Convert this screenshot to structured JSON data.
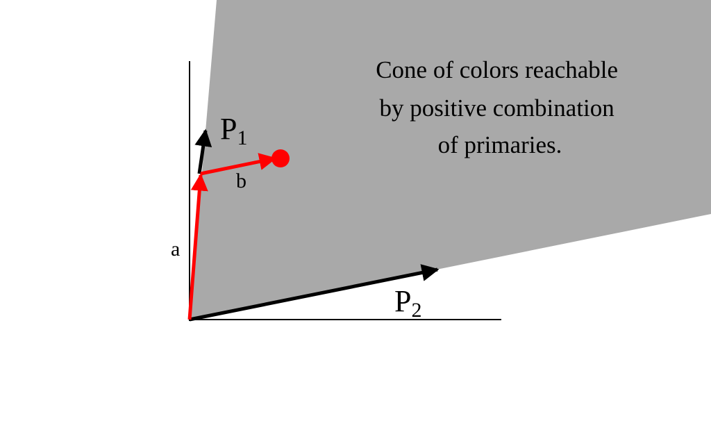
{
  "colors": {
    "cone_fill": "#a9a9a9",
    "axis": "#000000",
    "primary_vector": "#000000",
    "combination_vector": "#ff0000",
    "background": "#ffffff"
  },
  "cone": {
    "caption_lines": [
      "Cone of colors reachable",
      "by positive combination",
      "of primaries."
    ]
  },
  "primaries": {
    "p1": {
      "letter": "P",
      "subscript": "1"
    },
    "p2": {
      "letter": "P",
      "subscript": "2"
    }
  },
  "combination": {
    "coef_a": "a",
    "coef_b": "b"
  }
}
